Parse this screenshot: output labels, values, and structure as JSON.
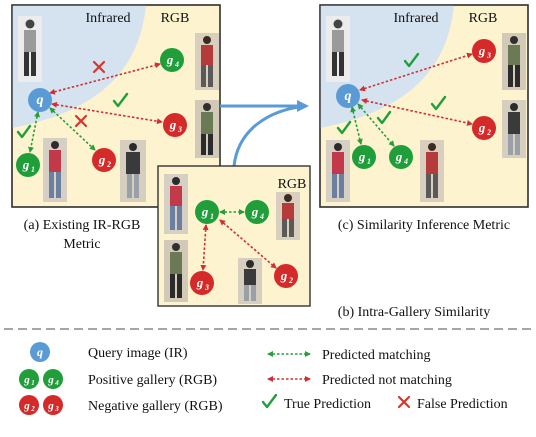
{
  "colors": {
    "panel_bg": "#fdf3cf",
    "infrared_region": "#d5e3f1",
    "query_node": "#5b9bd5",
    "positive_node": "#1f9e3a",
    "negative_node": "#d42a2a",
    "match_arrow": "#2a9d3a",
    "nomatch_arrow": "#d03030",
    "flow_arrow": "#5b9bd5"
  },
  "panel_a": {
    "label_infrared": "Infrared",
    "label_rgb": "RGB",
    "caption_line1": "(a) Existing IR-RGB",
    "caption_line2": "Metric"
  },
  "panel_b": {
    "label_rgb": "RGB",
    "caption": "(b) Intra-Gallery Similarity"
  },
  "panel_c": {
    "label_infrared": "Infrared",
    "label_rgb": "RGB",
    "caption": "(c) Similarity Inference Metric"
  },
  "nodes": {
    "q": {
      "letter": "q",
      "sub": ""
    },
    "g1": {
      "letter": "g",
      "sub": "1"
    },
    "g2": {
      "letter": "g",
      "sub": "2"
    },
    "g3": {
      "letter": "g",
      "sub": "3"
    },
    "g4": {
      "letter": "g",
      "sub": "4"
    }
  },
  "legend": {
    "query": "Query image (IR)",
    "positive": "Positive gallery (RGB)",
    "negative": "Negative gallery (RGB)",
    "predicted_matching": "Predicted matching",
    "predicted_not_matching": "Predicted not matching",
    "true_prediction": "True Prediction",
    "false_prediction": "False Prediction"
  },
  "icons": {
    "check": "check-mark-icon",
    "cross": "cross-mark-icon"
  }
}
